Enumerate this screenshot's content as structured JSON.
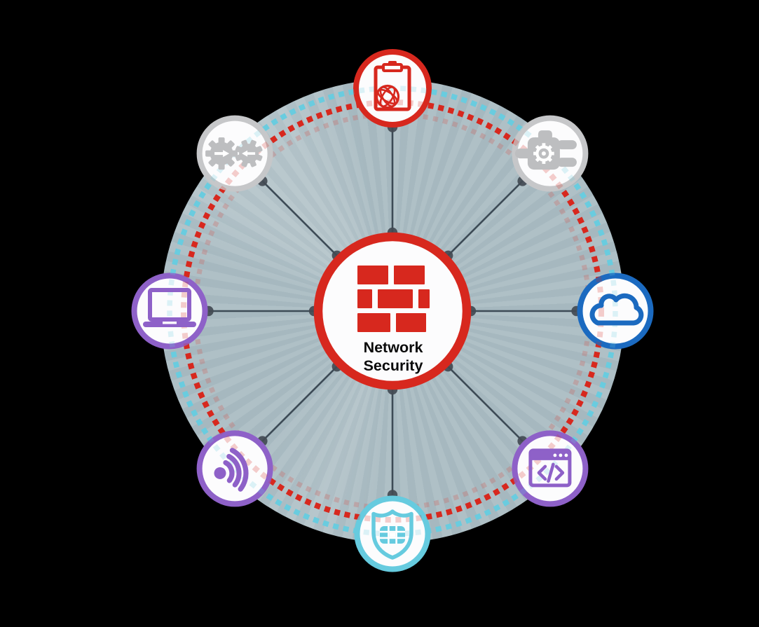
{
  "diagram": {
    "title": "Network Security hub and spoke diagram",
    "center": {
      "label_line1": "Network",
      "label_line2": "Security",
      "icon": "firewall-bricks-icon",
      "ring_color": "#D7281E"
    },
    "nodes": [
      {
        "position": "top",
        "icon": "clipboard-globe-icon",
        "ring_color": "#D7281E"
      },
      {
        "position": "top-right",
        "icon": "plug-gear-icon",
        "ring_color": "#C1C2C4"
      },
      {
        "position": "right",
        "icon": "cloud-icon",
        "ring_color": "#1B6AC0"
      },
      {
        "position": "bottom-right",
        "icon": "code-window-icon",
        "ring_color": "#8E61C8"
      },
      {
        "position": "bottom",
        "icon": "shield-grid-icon",
        "ring_color": "#66CBDF"
      },
      {
        "position": "bottom-left",
        "icon": "wifi-signal-icon",
        "ring_color": "#8E61C8"
      },
      {
        "position": "left",
        "icon": "laptop-icon",
        "ring_color": "#8E61C8"
      },
      {
        "position": "top-left",
        "icon": "gears-sync-icon",
        "ring_color": "#C1C2C4"
      }
    ],
    "rings": {
      "outer_dotted_color": "#69CCDF",
      "inner_dotted_color": "#D7281E"
    }
  },
  "colors": {
    "page_bg": "#000000",
    "bg_circle": "#A9BBC2",
    "red": "#D7281E",
    "gray": "#C6C7C9",
    "gray_icon": "#BDBEC0",
    "purple": "#8E61C8",
    "blue": "#1B6AC0",
    "cyan": "#69CCDF",
    "cyan2": "#66CBDF",
    "node_fill": "#FCFCFD",
    "line": "#3D4B56",
    "dot": "#424A53",
    "faint_pink": "#D65046",
    "text": "#0A0A0A"
  }
}
